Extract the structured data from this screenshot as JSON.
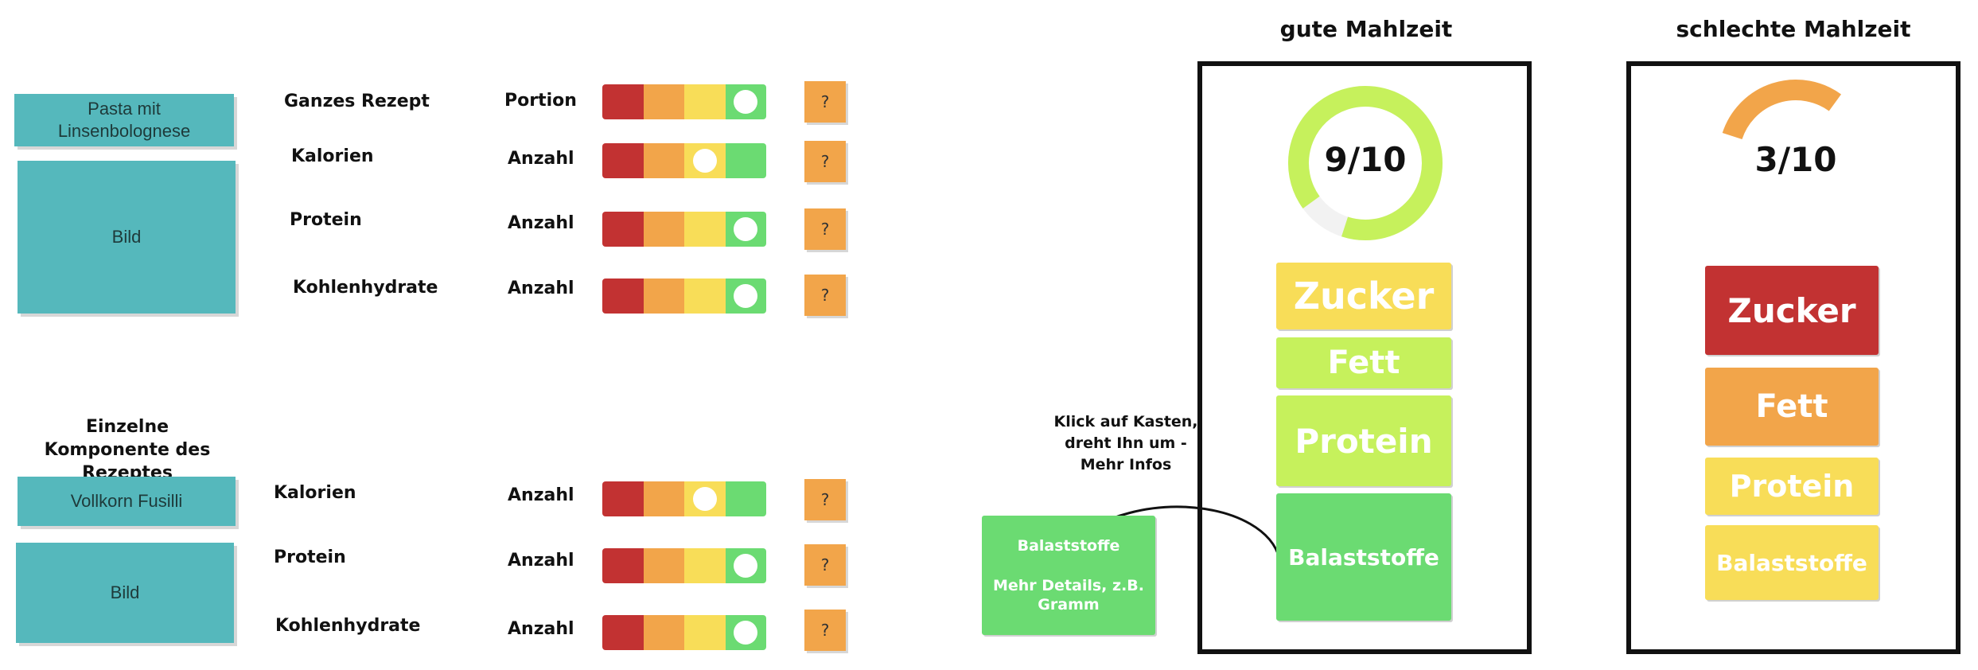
{
  "recipe": {
    "name": "Pasta mit Linsenbolognese",
    "image_label": "Bild",
    "rows": [
      {
        "name": "Ganzes Rezept",
        "unit": "Portion",
        "level": 3,
        "help": "?"
      },
      {
        "name": "Kalorien",
        "unit": "Anzahl",
        "level": 2,
        "help": "?"
      },
      {
        "name": "Protein",
        "unit": "Anzahl",
        "level": 3,
        "help": "?"
      },
      {
        "name": "Kohlenhydrate",
        "unit": "Anzahl",
        "level": 3,
        "help": "?"
      }
    ]
  },
  "component": {
    "heading": "Einzelne Komponente des Rezeptes",
    "name": "Vollkorn Fusilli",
    "image_label": "Bild",
    "rows": [
      {
        "name": "Kalorien",
        "unit": "Anzahl",
        "level": 2,
        "help": "?"
      },
      {
        "name": "Protein",
        "unit": "Anzahl",
        "level": 3,
        "help": "?"
      },
      {
        "name": "Kohlenhydrate",
        "unit": "Anzahl",
        "level": 3,
        "help": "?"
      }
    ]
  },
  "rating_colors": [
    "#c23232",
    "#f2a54a",
    "#f8dd58",
    "#6bdb72"
  ],
  "note": {
    "text": "Klick auf Kasten, dreht Ihn um - Mehr Infos",
    "flip_card_title": "Balaststoffe",
    "flip_card_detail": "Mehr Details, z.B. Gramm"
  },
  "good_meal": {
    "title": "gute Mahlzeit",
    "score": "9/10",
    "score_value": 9,
    "score_max": 10,
    "gauge_color": "#c6f15c",
    "bars": [
      {
        "label": "Zucker",
        "color": "#f8dd58"
      },
      {
        "label": "Fett",
        "color": "#c6f15c"
      },
      {
        "label": "Protein",
        "color": "#c6f15c"
      },
      {
        "label": "Balaststoffe",
        "color": "#6bdb72"
      }
    ]
  },
  "bad_meal": {
    "title": "schlechte Mahlzeit",
    "score": "3/10",
    "score_value": 3,
    "score_max": 10,
    "gauge_color": "#f2a54a",
    "bars": [
      {
        "label": "Zucker",
        "color": "#c23232"
      },
      {
        "label": "Fett",
        "color": "#f2a54a"
      },
      {
        "label": "Protein",
        "color": "#f8dd58"
      },
      {
        "label": "Balaststoffe",
        "color": "#f8dd58"
      }
    ]
  }
}
